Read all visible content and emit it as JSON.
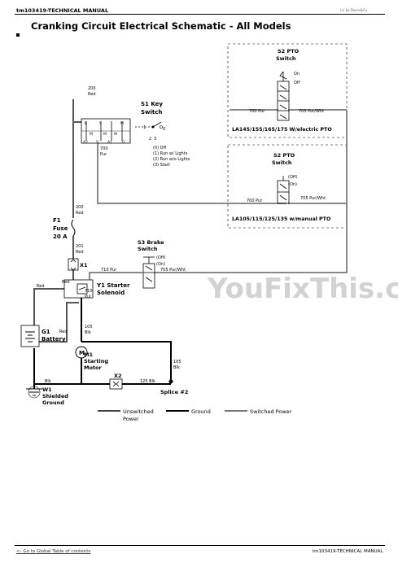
{
  "header": {
    "doc_id": "tm103419-TECHNICAL MANUAL",
    "right_note": "(c) by Deere&Co"
  },
  "title": "Cranking Circuit Electrical Schematic - All Models",
  "watermark": "YouFixThis.com",
  "footer": {
    "toc_link": "<- Go to Global Table of contents",
    "doc_id": "tm103419-TECHNICAL MANUAL"
  },
  "components": {
    "key_switch": {
      "ref": "S1 Key",
      "name": "Switch",
      "terminals_top": [
        "B",
        "S",
        "M"
      ],
      "terminals_row2": [
        "M",
        "M",
        "M"
      ],
      "terminals_bottom": [
        "A2",
        "S",
        "A1",
        "G"
      ],
      "positions": [
        "(0) Off",
        "(1) Run w/ Lights",
        "(2) Run w/o Lights",
        "(3) Start"
      ],
      "pos_0": "0",
      "pos_1": "1",
      "pos_2": "2",
      "pos_3": "3"
    },
    "pto_electric": {
      "ref": "S2 PTO",
      "name": "Switch",
      "on": "On",
      "off": "Off",
      "models": "LA145/155/165/175 W/electric PTO"
    },
    "pto_manual": {
      "ref": "S2 PTO",
      "name": "Switch",
      "off": "(Off)",
      "on": "(On)",
      "models": "LA105/115/125/135 w/manual PTO"
    },
    "fuse": {
      "ref": "F1",
      "name": "Fuse",
      "rating": "20 A"
    },
    "brake_switch": {
      "ref": "S3 Brake",
      "name": "Switch",
      "off": "(Off)",
      "on": "(On)"
    },
    "connector_x1": {
      "ref": "X1"
    },
    "connector_x2": {
      "ref": "X2"
    },
    "solenoid": {
      "ref": "Y1 Starter",
      "name": "Solenoid"
    },
    "battery": {
      "ref": "G1",
      "name": "Battery"
    },
    "motor": {
      "ref": "M1",
      "name": "Starting",
      "name2": "Motor",
      "symbol": "M"
    },
    "ground": {
      "ref": "W1",
      "name": "Shielded",
      "name2": "Ground"
    },
    "splice": {
      "ref": "Splice #2"
    }
  },
  "wires": {
    "w200_top": {
      "num": "200",
      "color": "Red"
    },
    "w200_fuse": {
      "num": "200",
      "color": "Red"
    },
    "w201": {
      "num": "201",
      "color": "Red"
    },
    "w700_key": {
      "num": "700",
      "color": "Pur"
    },
    "w700_pto_e": {
      "num": "700 Pur"
    },
    "w705_pto_e": {
      "num": "705 Pur/Wht"
    },
    "w700_pto_m": {
      "num": "700 Pur"
    },
    "w705_pto_m": {
      "num": "705 Pur/Wht"
    },
    "w710_brake": {
      "num": "710 Pur"
    },
    "w705_brake": {
      "num": "705 Pur/Wht"
    },
    "w710_sol": {
      "num": "710",
      "color": "Pur"
    },
    "red_batt": {
      "color": "Red"
    },
    "red_sol": {
      "color": "Red"
    },
    "red_bat2": {
      "color": "Red"
    },
    "w105_mid": {
      "num": "105",
      "color": "Blk"
    },
    "w105_right": {
      "num": "105",
      "color": "Blk"
    },
    "w125": {
      "num": "125 Blk"
    },
    "blk_gnd": {
      "color": "Blk"
    }
  },
  "legend": [
    {
      "label": "Unswitched",
      "label2": "Power",
      "color": "#444444"
    },
    {
      "label": "Ground",
      "label2": "",
      "color": "#000000"
    },
    {
      "label": "Switched Power",
      "label2": "",
      "color": "#777777"
    }
  ]
}
